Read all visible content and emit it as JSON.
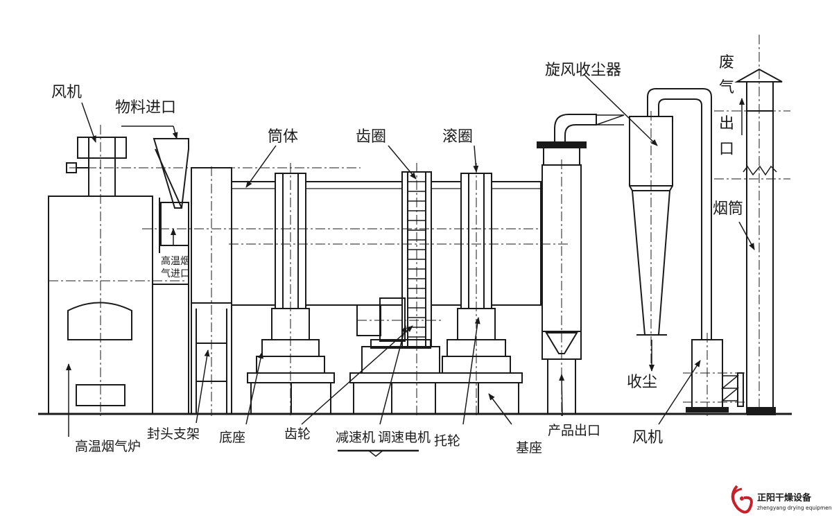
{
  "labels": {
    "fan_top": "风机",
    "material_inlet": "物料进口",
    "cylinder": "筒体",
    "gear_ring": "齿圈",
    "rolling_ring": "滚圈",
    "cyclone": "旋风收尘器",
    "exhaust_1": "废",
    "exhaust_2": "气",
    "exhaust_3": "出",
    "exhaust_4": "口",
    "chimney": "烟筒",
    "hot_gas_inlet_1": "高温烟",
    "hot_gas_inlet_2": "气进口",
    "dust_collect": "收尘",
    "furnace": "高温烟气炉",
    "head_support": "封头支架",
    "base": "底座",
    "gear": "齿轮",
    "reducer": "减速机",
    "speed_motor": "调速电机",
    "riding_wheel": "托轮",
    "foundation": "基座",
    "product_outlet": "产品出口",
    "fan_bottom": "风机"
  },
  "brand": {
    "name": "正阳干燥设备",
    "subtitle": "zhengyang drying equipment",
    "color": "#c8202a"
  }
}
